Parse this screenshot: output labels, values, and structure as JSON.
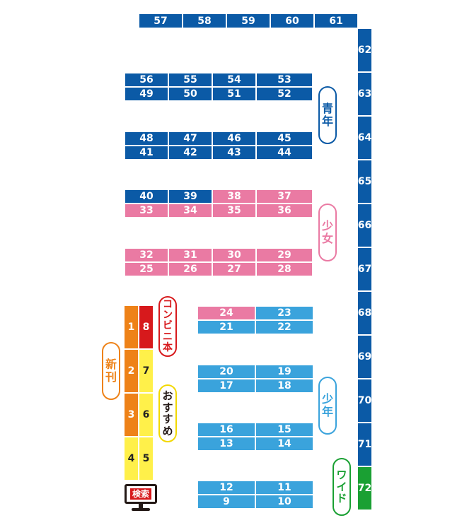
{
  "colors": {
    "blue": "#0b5aa6",
    "pink": "#ea7aa3",
    "sky": "#3aa3dc",
    "orange": "#ee8218",
    "yellow": "#fff04a",
    "red": "#d7191c",
    "green": "#1aa033"
  },
  "categories": {
    "seinen": [
      "青",
      "年"
    ],
    "shoujo": [
      "少",
      "女"
    ],
    "shounen": [
      "少",
      "年"
    ],
    "shinkan": [
      "新",
      "刊"
    ],
    "conbini": [
      "コ",
      "ン",
      "ビ",
      "ニ",
      "本"
    ],
    "osusume": [
      "お",
      "す",
      "す",
      "め"
    ],
    "wide": [
      "ワ",
      "イ",
      "ド"
    ]
  },
  "search_label": "検索",
  "shelves": {
    "s57": "57",
    "s58": "58",
    "s59": "59",
    "s60": "60",
    "s61": "61",
    "s62": "62",
    "s63": "63",
    "s64": "64",
    "s65": "65",
    "s66": "66",
    "s67": "67",
    "s68": "68",
    "s69": "69",
    "s70": "70",
    "s71": "71",
    "s72": "72",
    "s56": "56",
    "s55": "55",
    "s54": "54",
    "s53": "53",
    "s49": "49",
    "s50": "50",
    "s51": "51",
    "s52": "52",
    "s48": "48",
    "s47": "47",
    "s46": "46",
    "s45": "45",
    "s41": "41",
    "s42": "42",
    "s43": "43",
    "s44": "44",
    "s40": "40",
    "s39": "39",
    "s38": "38",
    "s37": "37",
    "s33": "33",
    "s34": "34",
    "s35": "35",
    "s36": "36",
    "s32": "32",
    "s31": "31",
    "s30": "30",
    "s29": "29",
    "s25": "25",
    "s26": "26",
    "s27": "27",
    "s28": "28",
    "s24": "24",
    "s23": "23",
    "s21": "21",
    "s22": "22",
    "s20": "20",
    "s19": "19",
    "s17": "17",
    "s18": "18",
    "s16": "16",
    "s15": "15",
    "s13": "13",
    "s14": "14",
    "s12": "12",
    "s11": "11",
    "s9": "9",
    "s10": "10",
    "s1": "1",
    "s2": "2",
    "s3": "3",
    "s4": "4",
    "s5": "5",
    "s6": "6",
    "s7": "7",
    "s8": "8"
  }
}
